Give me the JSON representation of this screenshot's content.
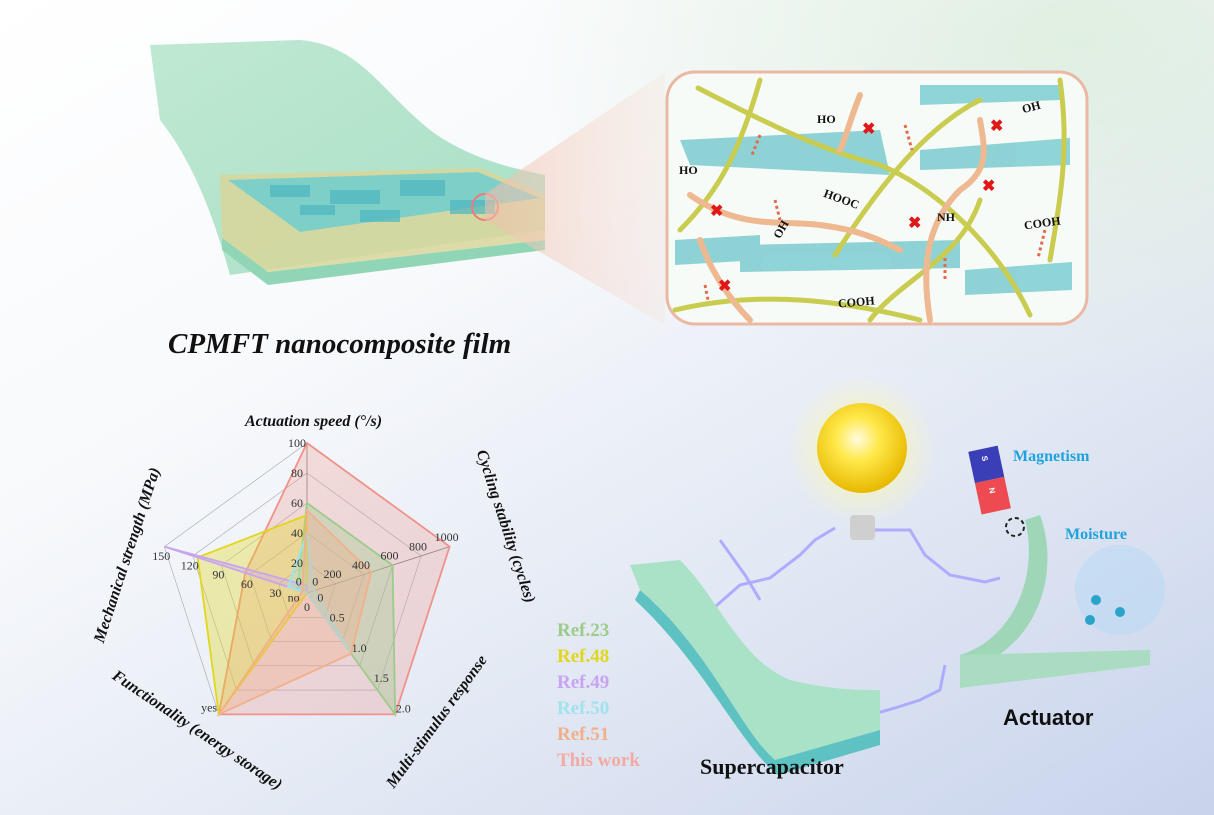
{
  "film": {
    "title": "CPMFT nanocomposite film"
  },
  "structure": {
    "labels": [
      "HO",
      "HO",
      "HOOC",
      "OH",
      "NH",
      "OH",
      "COOH",
      "COOH"
    ]
  },
  "applications": {
    "magnetism": "Magnetism",
    "moisture": "Moisture",
    "actuator": "Actuator",
    "supercapacitor": "Supercapacitor",
    "magnet_poles": [
      "S",
      "N"
    ],
    "colors": {
      "stimulus": "#1fa3dc"
    }
  },
  "chart_data": {
    "type": "radar",
    "axes": [
      {
        "label": "Actuation speed (°/s)",
        "range": [
          0,
          100
        ],
        "ticks": [
          "0",
          "20",
          "40",
          "60",
          "80",
          "100"
        ]
      },
      {
        "label": "Cycling stability (cycles)",
        "range": [
          0,
          1000
        ],
        "ticks": [
          "0",
          "200",
          "400",
          "600",
          "800",
          "1000"
        ]
      },
      {
        "label": "Multi-stimulus response",
        "range": [
          0,
          2.0
        ],
        "ticks": [
          "0",
          "0.5",
          "1.0",
          "1.5",
          "2.0"
        ]
      },
      {
        "label": "Functionality (energy storage)",
        "range": [
          0,
          1
        ],
        "ticks": [
          "no",
          "yes"
        ]
      },
      {
        "label": "Mechanical strength (MPa)",
        "range": [
          0,
          150
        ],
        "ticks": [
          "0",
          "30",
          "60",
          "90",
          "120",
          "150"
        ]
      }
    ],
    "series": [
      {
        "name": "This work",
        "color": "#f0928a",
        "values": [
          100,
          1000,
          2.0,
          1,
          65
        ]
      },
      {
        "name": "Ref.23",
        "color": "#9ccb8a",
        "values": [
          60,
          600,
          2.0,
          0,
          10
        ]
      },
      {
        "name": "Ref.48",
        "color": "#e2d61c",
        "values": [
          52,
          0,
          0,
          1,
          115
        ]
      },
      {
        "name": "Ref.49",
        "color": "#c8a4f0",
        "values": [
          5,
          0,
          0,
          0,
          150
        ]
      },
      {
        "name": "Ref.50",
        "color": "#9fe3ef",
        "values": [
          40,
          50,
          1.0,
          0,
          20
        ]
      },
      {
        "name": "Ref.51",
        "color": "#f2b08a",
        "values": [
          55,
          450,
          1.0,
          1,
          5
        ]
      }
    ],
    "legend": [
      "Ref.23",
      "Ref.48",
      "Ref.49",
      "Ref.50",
      "Ref.51",
      "This work"
    ],
    "legend_placement": "right"
  }
}
